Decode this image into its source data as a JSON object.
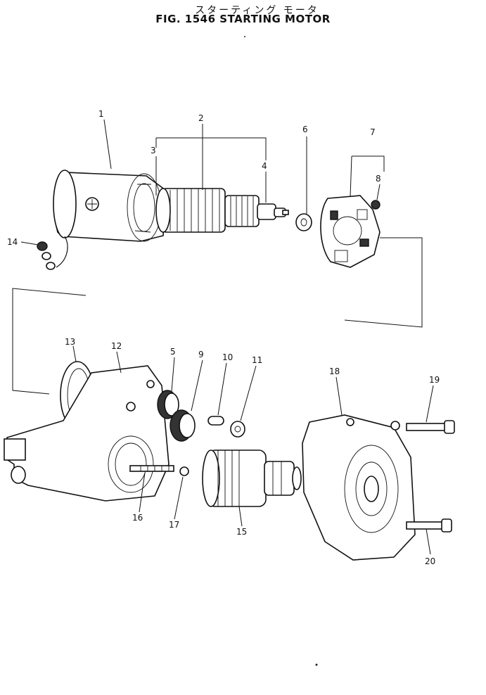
{
  "figure": {
    "title_jp": "スターティング モータ",
    "title_en": "FIG. 1546  STARTING MOTOR"
  },
  "callouts": [
    "1",
    "2",
    "3",
    "4",
    "5",
    "6",
    "7",
    "8",
    "9",
    "10",
    "11",
    "12",
    "13",
    "14",
    "15",
    "16",
    "17",
    "18",
    "19",
    "20"
  ]
}
